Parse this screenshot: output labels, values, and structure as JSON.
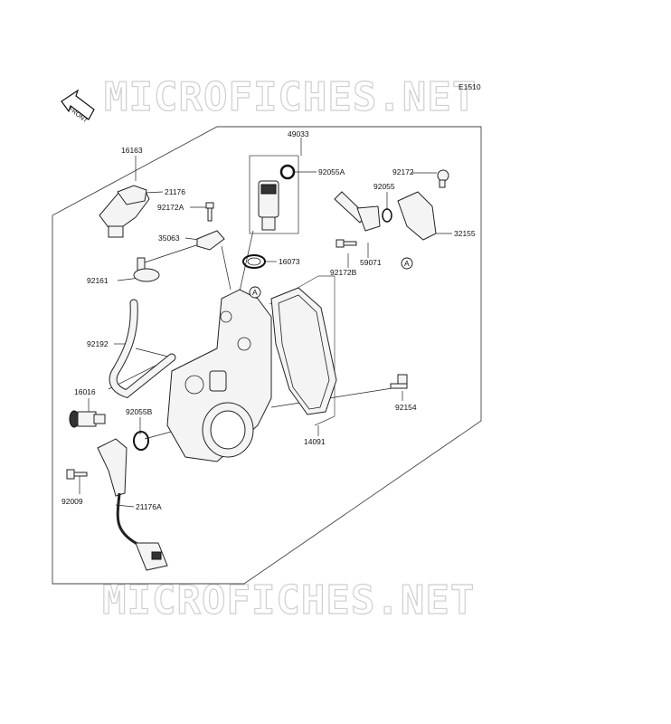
{
  "diagram_code": "E1510",
  "front_arrow_label": "FRONT",
  "watermark": "MICROFICHES.NET",
  "parts": [
    {
      "id": "p16163",
      "label": "16163"
    },
    {
      "id": "p49033",
      "label": "49033"
    },
    {
      "id": "p92055A",
      "label": "92055A"
    },
    {
      "id": "p92172",
      "label": "92172"
    },
    {
      "id": "p92055",
      "label": "92055"
    },
    {
      "id": "p21176",
      "label": "21176"
    },
    {
      "id": "p92172A",
      "label": "92172A"
    },
    {
      "id": "p35063",
      "label": "35063"
    },
    {
      "id": "p16073",
      "label": "16073"
    },
    {
      "id": "p32155",
      "label": "32155"
    },
    {
      "id": "p92172B",
      "label": "92172B"
    },
    {
      "id": "p59071",
      "label": "59071"
    },
    {
      "id": "p92161",
      "label": "92161"
    },
    {
      "id": "p92192",
      "label": "92192"
    },
    {
      "id": "p16016",
      "label": "16016"
    },
    {
      "id": "p92055B",
      "label": "92055B"
    },
    {
      "id": "p92154",
      "label": "92154"
    },
    {
      "id": "p14091",
      "label": "14091"
    },
    {
      "id": "p92009",
      "label": "92009"
    },
    {
      "id": "p21176A",
      "label": "21176A"
    }
  ],
  "reference_marker": "A"
}
